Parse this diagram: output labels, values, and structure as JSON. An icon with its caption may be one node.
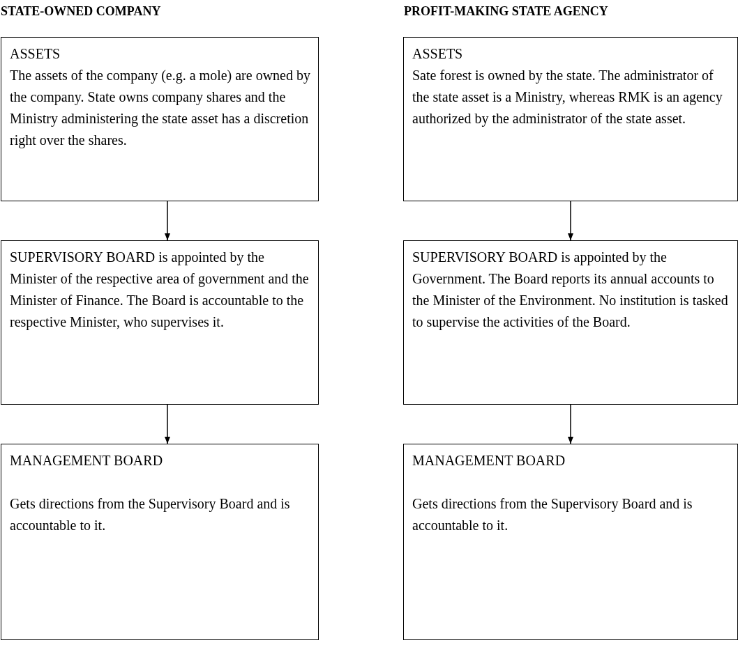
{
  "diagram": {
    "nodes": [
      {
        "text": [
          "ASSETS",
          "The assets of the company (e.g. a mole) are owned by the company. State owns company shares and the Ministry administering the state asset has a discretion right over the shares."
        ]
      },
      {
        "text": [
          "ASSETS",
          "Sate forest is owned by the state. The administrator of the state asset is a Ministry, whereas RMK is an agency authorized by the administrator of the state asset."
        ]
      },
      {
        "text": [
          "SUPERVISORY BOARD is appointed by the Minister of the respective area of government and the Minister of Finance. The Board is accountable to the respective Minister, who supervises it."
        ]
      },
      {
        "text": [
          "SUPERVISORY BOARD is appointed by the Government. The Board reports its annual accounts to the Minister of the Environment. No institution is tasked to supervise the activities of the Board."
        ]
      },
      {
        "text": [
          "MANAGEMENT BOARD",
          "Gets directions from the Supervisory Board and is accountable to it."
        ]
      },
      {
        "text": [
          "MANAGEMENT BOARD",
          "Gets directions from the Supervisory Board and is accountable to it."
        ]
      }
    ],
    "edges": [
      {
        "from": 0,
        "to": 2,
        "arrow": "to"
      },
      {
        "from": 2,
        "to": 4,
        "arrow": "to"
      },
      {
        "from": 1,
        "to": 3,
        "arrow": "to"
      },
      {
        "from": 3,
        "to": 5,
        "arrow": "to"
      }
    ],
    "labels": [
      "STATE-OWNED COMPANY",
      "PROFIT-MAKING STATE AGENCY"
    ]
  }
}
